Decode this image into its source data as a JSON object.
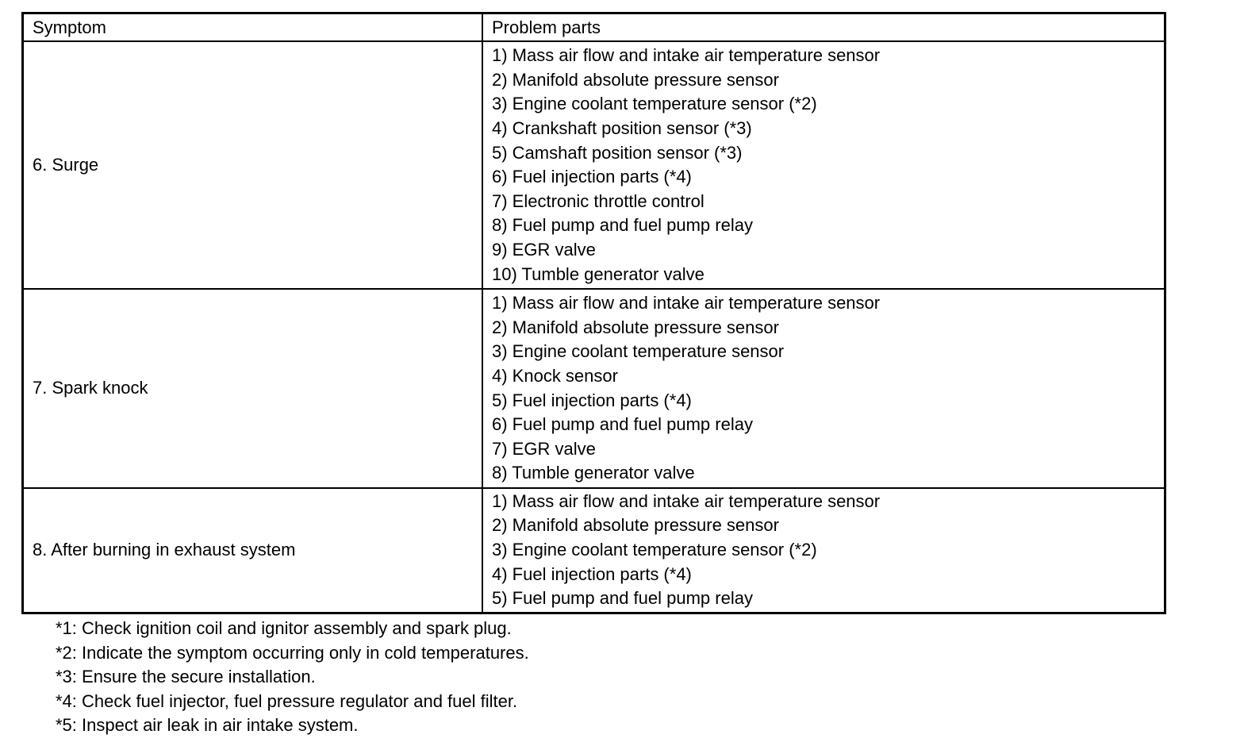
{
  "table": {
    "headers": {
      "symptom": "Symptom",
      "parts": "Problem parts"
    },
    "rows": [
      {
        "symptom": "6. Surge",
        "parts": [
          "1) Mass air flow and intake air temperature sensor",
          "2) Manifold absolute pressure sensor",
          "3) Engine coolant temperature sensor (*2)",
          "4) Crankshaft position sensor (*3)",
          "5) Camshaft position sensor (*3)",
          "6) Fuel injection parts (*4)",
          "7) Electronic throttle control",
          "8) Fuel pump and fuel pump relay",
          "9) EGR valve",
          "10) Tumble generator valve"
        ]
      },
      {
        "symptom": "7. Spark knock",
        "parts": [
          "1) Mass air flow and intake air temperature sensor",
          "2) Manifold absolute pressure sensor",
          "3) Engine coolant temperature sensor",
          "4) Knock sensor",
          "5) Fuel injection parts (*4)",
          "6) Fuel pump and fuel pump relay",
          "7) EGR valve",
          "8) Tumble generator valve"
        ]
      },
      {
        "symptom": "8. After burning in exhaust system",
        "parts": [
          "1) Mass air flow and intake air temperature sensor",
          "2) Manifold absolute pressure sensor",
          "3) Engine coolant temperature sensor (*2)",
          "4) Fuel injection parts (*4)",
          "5) Fuel pump and fuel pump relay"
        ]
      }
    ]
  },
  "footnotes": [
    "*1: Check ignition coil and ignitor assembly and spark plug.",
    "*2: Indicate the symptom occurring only in cold temperatures.",
    "*3: Ensure the secure installation.",
    "*4: Check fuel injector, fuel pressure regulator and fuel filter.",
    "*5: Inspect air leak in air intake system."
  ]
}
